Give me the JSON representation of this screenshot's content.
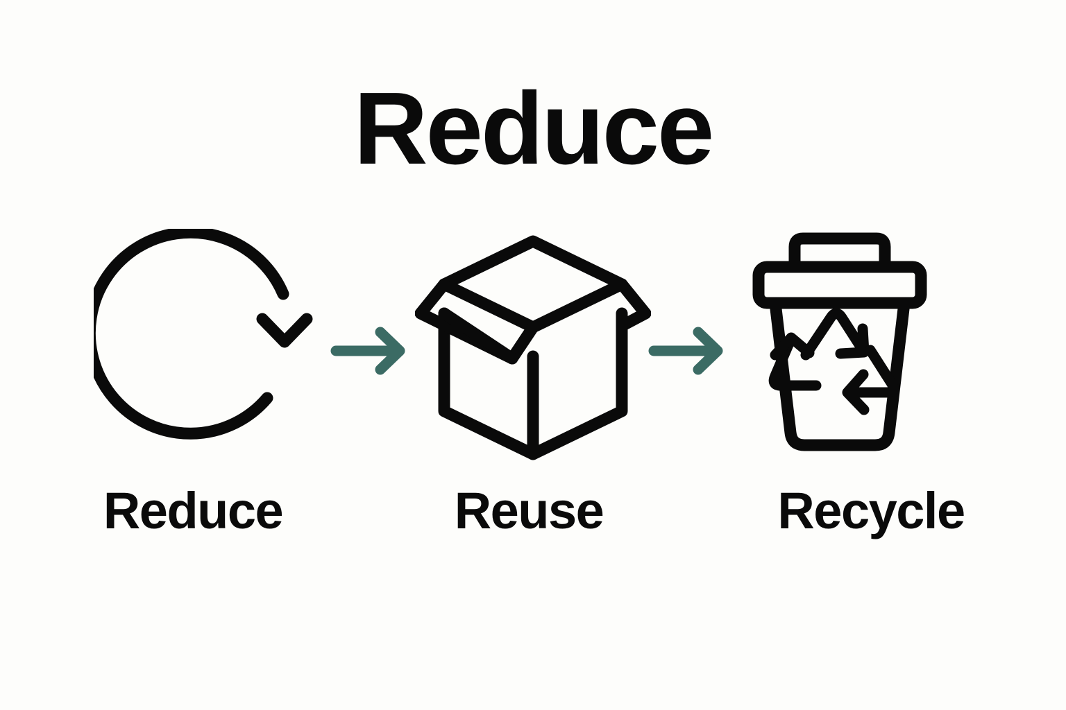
{
  "page": {
    "title": "Reduce",
    "background_color": "#fdfdfb",
    "ink_color": "#0a0a0a",
    "accent_color": "#3b6b64"
  },
  "steps": [
    {
      "label": "Reduce",
      "icon": "circular-arrow-icon",
      "order": 1
    },
    {
      "label": "Reuse",
      "icon": "open-box-icon",
      "order": 2
    },
    {
      "label": "Recycle",
      "icon": "recycle-bin-icon",
      "order": 3
    }
  ],
  "connectors": [
    {
      "icon": "arrow-right-icon",
      "color": "#3b6b64"
    },
    {
      "icon": "arrow-right-icon",
      "color": "#3b6b64"
    }
  ]
}
